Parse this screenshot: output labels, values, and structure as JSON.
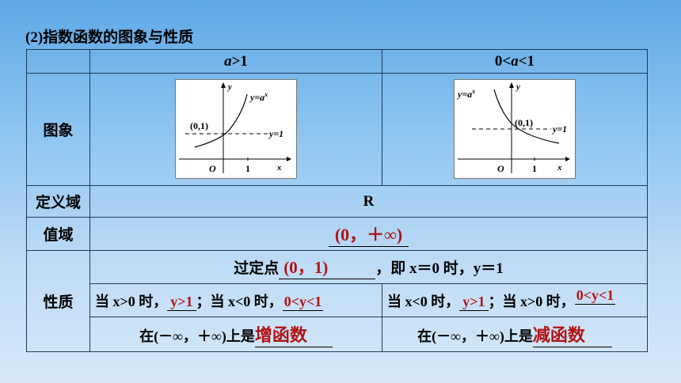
{
  "title": "(2)指数函数的图象与性质",
  "header": {
    "col1": "a>1",
    "col2": "0<a<1"
  },
  "rows": {
    "graph_label": "图象",
    "domain_label": "定义域",
    "domain_value": "R",
    "range_label": "值域",
    "range_value": "(0，＋∞)",
    "property_label": "性质"
  },
  "fixed_point": {
    "prefix": "过定点",
    "answer": "(0，1)",
    "suffix": "，即 x＝0 时，y＝1"
  },
  "prop_a_gt_1": {
    "t1": "当 x>0 时，",
    "a1": "y>1",
    "t2": "；当 x<0 时，",
    "a2": "0<y<1"
  },
  "prop_a_lt_1": {
    "t1": "当 x<0 时，",
    "a1": "y>1",
    "t2": "；当 x>0 时，",
    "a2": "0<y<1"
  },
  "monotonic": {
    "prefix": "在(－∞，＋∞)上是",
    "inc": "增函数",
    "dec": "减函数"
  },
  "graph_labels": {
    "y_axis": "y",
    "x_axis": "x",
    "origin": "O",
    "one": "1",
    "point": "(0,1)",
    "asymptote": "y=1",
    "curve": "y=a"
  }
}
